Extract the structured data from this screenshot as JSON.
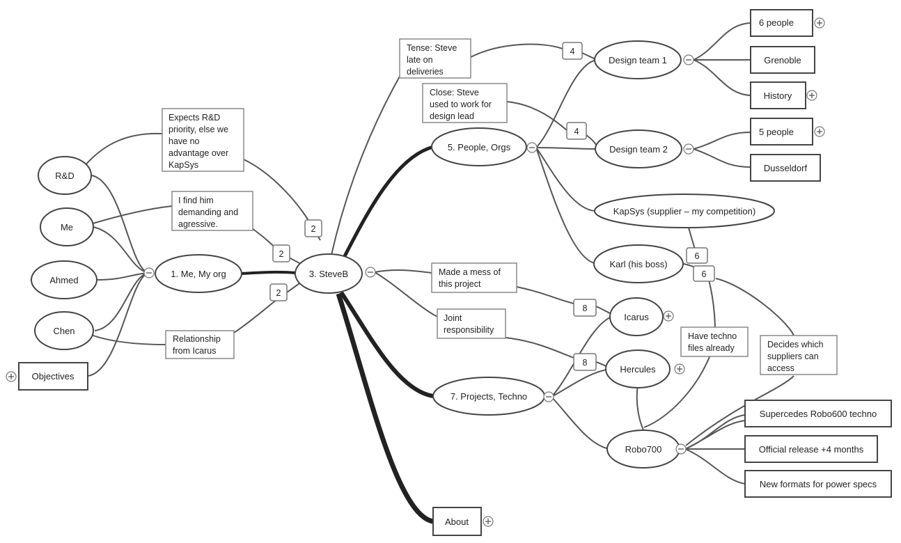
{
  "nodes": {
    "rd": "R&D",
    "me": "Me",
    "ahmed": "Ahmed",
    "chen": "Chen",
    "objectives": "Objectives",
    "me_my_org": "1. Me, My org",
    "steveb": "3. SteveB",
    "people_orgs": "5. People, Orgs",
    "projects_techno": "7. Projects, Techno",
    "about": "About",
    "design_team_1": "Design team 1",
    "design_team_2": "Design team 2",
    "six_people": "6 people",
    "grenoble": "Grenoble",
    "history": "History",
    "five_people": "5 people",
    "dusseldorf": "Dusseldorf",
    "kapsys": "KapSys (supplier – my competition)",
    "karl": "Karl (his boss)",
    "icarus": "Icarus",
    "hercules": "Hercules",
    "robo700": "Robo700",
    "supercedes": "Supercedes Robo600 techno",
    "official_release": "Official release +4 months",
    "new_formats": "New formats for power specs"
  },
  "notes": {
    "expects_rd": [
      "Expects R&D",
      "priority, else we",
      "have no",
      "advantage over",
      "KapSys"
    ],
    "demanding": [
      "I find him",
      "demanding and",
      "agressive."
    ],
    "relationship": [
      "Relationship",
      "from Icarus"
    ],
    "tense": [
      "Tense: Steve",
      "late on",
      "deliveries"
    ],
    "close": [
      "Close: Steve",
      "used to work for",
      "design lead"
    ],
    "made_mess": [
      "Made a mess of",
      "this project"
    ],
    "joint": [
      "Joint",
      "responsibility"
    ],
    "techno_files": [
      "Have techno",
      "files already"
    ],
    "decides": [
      "Decides which",
      "suppliers can",
      "access"
    ]
  },
  "badges": {
    "b_expects": "2",
    "b_demanding": "2",
    "b_relationship": "2",
    "b_tense": "4",
    "b_close": "4",
    "b_kapsys": "6",
    "b_karl": "6",
    "b_mess": "8",
    "b_joint": "8"
  }
}
